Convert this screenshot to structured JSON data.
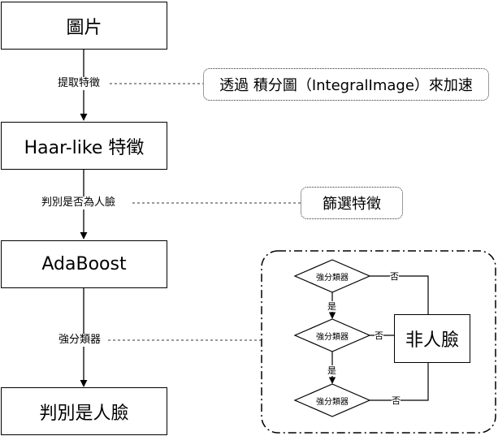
{
  "flow": {
    "step1": "圖片",
    "step2": "Haar-like 特徵",
    "step3": "AdaBoost",
    "step4": "判別是人臉"
  },
  "edges": {
    "e1": "提取特徵",
    "e2": "判別是否為人臉",
    "e3": "強分類器"
  },
  "notes": {
    "n1": "透過 積分圖（IntegralImage）來加速",
    "n2": "篩選特徵"
  },
  "cascade": {
    "diamonds": [
      "強分類器",
      "強分類器",
      "強分類器"
    ],
    "yes_label_1": "是",
    "yes_label_2": "是",
    "no_label_1": "否",
    "no_label_2": "否",
    "no_label_3": "否",
    "reject_box": "非人臉"
  }
}
